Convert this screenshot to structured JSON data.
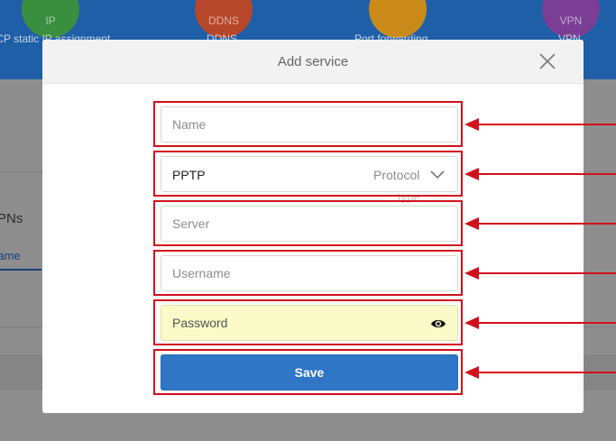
{
  "background": {
    "nav": [
      {
        "label": "DHCP static IP assignment",
        "glyph": "IP",
        "color": "#3a8f3f"
      },
      {
        "label": "DDNS",
        "glyph": "DDNS",
        "color": "#b7472a"
      },
      {
        "label": "Port forwarding",
        "glyph": "",
        "color": "#c98a1a"
      },
      {
        "label": "VPN",
        "glyph": "VPN",
        "color": "#7a3f95"
      }
    ],
    "section_title": "VPNs",
    "tab_label": "Name"
  },
  "modal": {
    "title": "Add service",
    "name_placeholder": "Name",
    "protocol_value": "PPTP",
    "protocol_label": "Protocol type",
    "server_placeholder": "Server",
    "username_placeholder": "Username",
    "password_placeholder": "Password",
    "save_label": "Save"
  },
  "colors": {
    "annotation": "#d2101a",
    "primary": "#2f77c6"
  }
}
